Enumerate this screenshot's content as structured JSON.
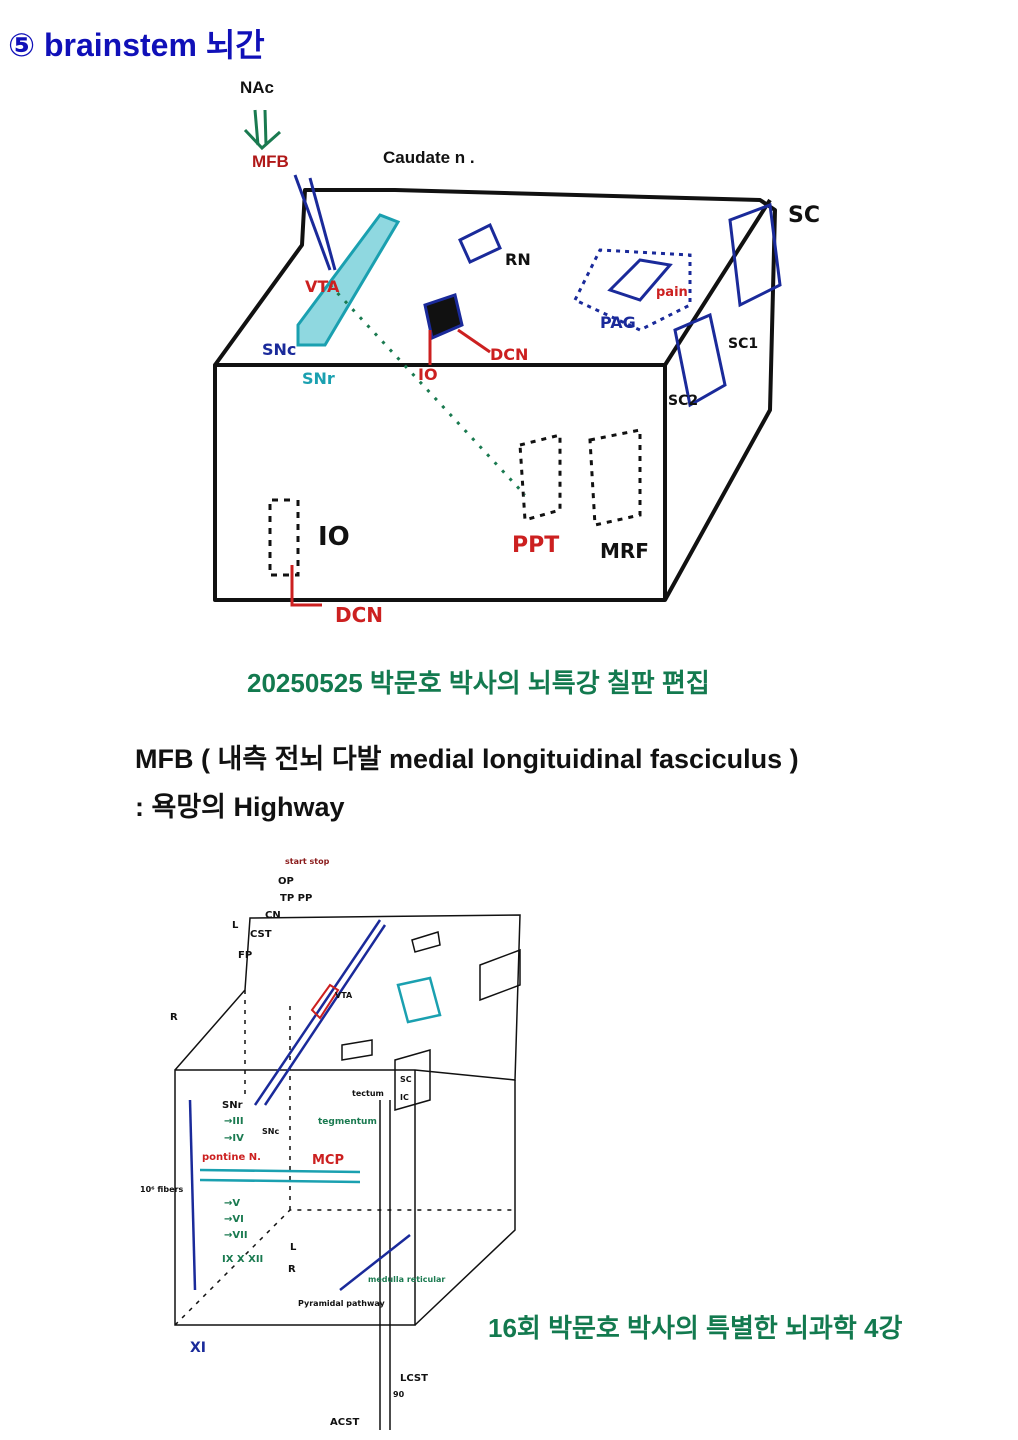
{
  "header": {
    "title": "⑤ brainstem 뇌간"
  },
  "top_diagram": {
    "nac": "NAc",
    "mfb": "MFB",
    "caudate": "Caudate n .",
    "sketch_labels": {
      "vta": "VTA",
      "snc": "SNc",
      "snr": "SNr",
      "io_small": "IO",
      "dcn_top": "DCN",
      "rn": "RN",
      "pag": "PAG",
      "pain": "pain",
      "sc": "SC",
      "sc1": "SC1",
      "sc2": "SC2",
      "io": "IO",
      "dcn": "DCN",
      "ppt": "PPT",
      "mrf": "MRF"
    },
    "colors": {
      "arrow": "#1a7a50",
      "mfb": "#b01818",
      "blue": "#1a2a9a",
      "cyan": "#1aa0b0",
      "red": "#cc2020"
    }
  },
  "caption1": "20250525 박문호 박사의 뇌특강 칠판 편집",
  "mfb_description": {
    "line1": "MFB ( 내측 전뇌 다발 medial longituidinal fasciculus )",
    "line2": ": 욕망의   Highway"
  },
  "bottom_diagram": {
    "sketch_labels": {
      "stop": "start stop",
      "op": "OP",
      "tp": "TP PP",
      "cn": "CN",
      "l": "L",
      "cst": "CST",
      "fp": "FP",
      "r": "R",
      "vta": "VTA",
      "snr": "SNr",
      "snc": "SNc",
      "iii": "→III",
      "iv": "→IV",
      "pontine": "pontine N.",
      "fibers": "10⁶ fibers",
      "mcp": "MCP",
      "tegmen": "tegmentum",
      "tectum": "tectum",
      "sc": "SC",
      "ic": "IC",
      "v": "→V",
      "vi": "→VI",
      "vii": "→VII",
      "ixxxii": "IX X XII",
      "l2": "L",
      "r2": "R",
      "pyramidal": "Pyramidal pathway",
      "medulla": "medulla reticular",
      "xi": "XI",
      "lcst": "LCST",
      "acst": "ACST",
      "pct": "90"
    }
  },
  "caption2": "16회 박문호 박사의 특별한 뇌과학 4강"
}
